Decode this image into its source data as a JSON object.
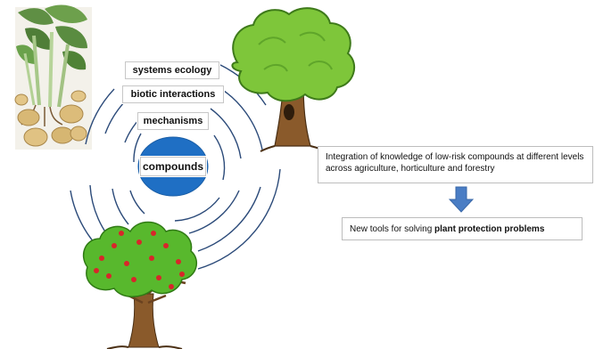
{
  "diagram": {
    "levels": {
      "outer": "systems ecology",
      "third": "biotic interactions",
      "second": "mechanisms",
      "core": "compounds"
    },
    "integration_text": "Integration of knowledge of low-risk compounds at different levels across agriculture, horticulture and forestry",
    "outcome_text_prefix": "New tools for solving ",
    "outcome_text_bold": "plant protection problems"
  },
  "images": [
    {
      "name": "potato-plant-image",
      "subject": "potato plant with tubers"
    },
    {
      "name": "oak-tree-image",
      "subject": "deciduous tree"
    },
    {
      "name": "apple-tree-image",
      "subject": "apple tree with red fruit"
    }
  ],
  "icons": {
    "flow_arrow": "arrow-down-icon"
  },
  "colors": {
    "ring_stroke": "#2b4a79",
    "core_fill": "#1f6fc4",
    "arrow_fill": "#4a7dc4",
    "leaf_green": "#58b82d",
    "trunk_brown": "#8a5a2b"
  }
}
